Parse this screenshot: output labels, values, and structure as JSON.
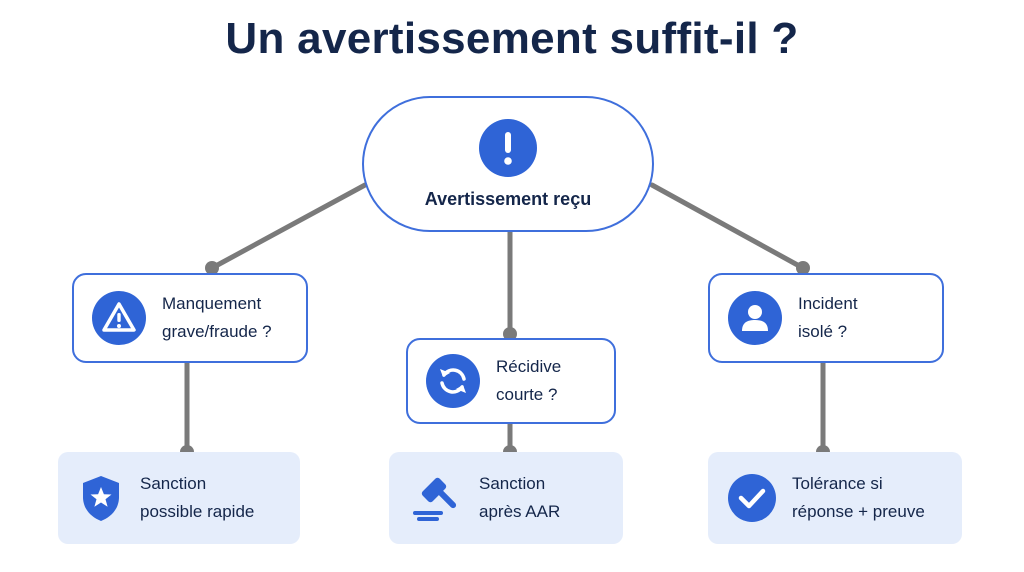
{
  "title": "Un avertissement suffit-il ?",
  "colors": {
    "accent": "#2f64d6",
    "border": "#3f6fdc",
    "text": "#14264a",
    "line": "#7a7a7a",
    "outcome_bg": "#e5edfb"
  },
  "root": {
    "label": "Avertissement reçu",
    "icon": "exclamation-icon"
  },
  "questions": [
    {
      "label": "Manquement\ngrave/fraude ?",
      "icon": "warning-triangle-icon"
    },
    {
      "label": "Récidive\ncourte ?",
      "icon": "refresh-icon"
    },
    {
      "label": "Incident\nisolé ?",
      "icon": "user-icon"
    }
  ],
  "outcomes": [
    {
      "label": "Sanction\npossible rapide",
      "icon": "shield-star-icon"
    },
    {
      "label": "Sanction\naprès AAR",
      "icon": "gavel-icon"
    },
    {
      "label": "Tolérance si\nréponse + preuve",
      "icon": "check-circle-icon"
    }
  ]
}
